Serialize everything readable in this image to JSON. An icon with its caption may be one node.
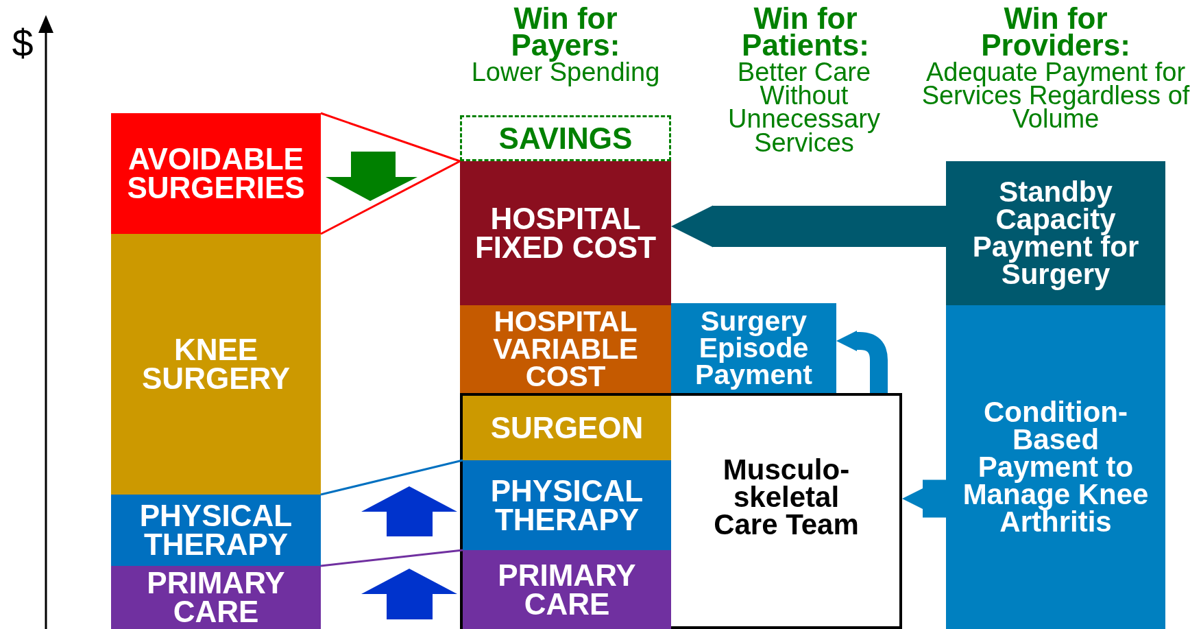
{
  "diagram": {
    "nodes": [
      {
        "text": [
          "AVOIDABLE SURGERIES"
        ]
      },
      {
        "text": [
          "KNEE SURGERY"
        ]
      },
      {
        "text": [
          "PHYSICAL THERAPY"
        ]
      },
      {
        "text": [
          "PRIMARY CARE"
        ]
      },
      {
        "text": [
          "SAVINGS"
        ]
      },
      {
        "text": [
          "HOSPITAL FIXED COST"
        ]
      },
      {
        "text": [
          "HOSPITAL VARIABLE COST"
        ]
      },
      {
        "text": [
          "Musculo-skeletal Care Team"
        ]
      },
      {
        "text": [
          "SURGEON"
        ],
        "in": 7
      },
      {
        "text": [
          "PHYSICAL THERAPY"
        ],
        "in": 7
      },
      {
        "text": [
          "PRIMARY CARE"
        ],
        "in": 7
      },
      {
        "text": [
          "Surgery Episode Payment"
        ]
      },
      {
        "text": [
          "Standby Capacity Payment for Surgery"
        ]
      },
      {
        "text": [
          "Condition-Based Payment to Manage Knee Arthritis"
        ]
      }
    ],
    "edges": [
      {
        "from": 0,
        "to": 4,
        "arrow": "none",
        "color": "#ff0000"
      },
      {
        "from": 2,
        "to": 9,
        "arrow": "none",
        "color": "#0070c0"
      },
      {
        "from": 3,
        "to": 10,
        "arrow": "none",
        "color": "#7030a0"
      },
      {
        "from": 12,
        "to": 5,
        "arrow": "to",
        "style": "thick",
        "color": "#00596e"
      },
      {
        "from": 7,
        "to": 11,
        "arrow": "to",
        "style": "thick",
        "color": "#0080c0"
      },
      {
        "from": 13,
        "to": 7,
        "arrow": "to",
        "style": "thick",
        "color": "#0080c0"
      }
    ],
    "labels": [
      "$",
      "Win for Payers:",
      "Lower Spending",
      "Win for Patients:",
      "Better Care Without Unnecessary Services",
      "Win for Providers:",
      "Adequate Payment for Services Regardless of Volume"
    ]
  }
}
